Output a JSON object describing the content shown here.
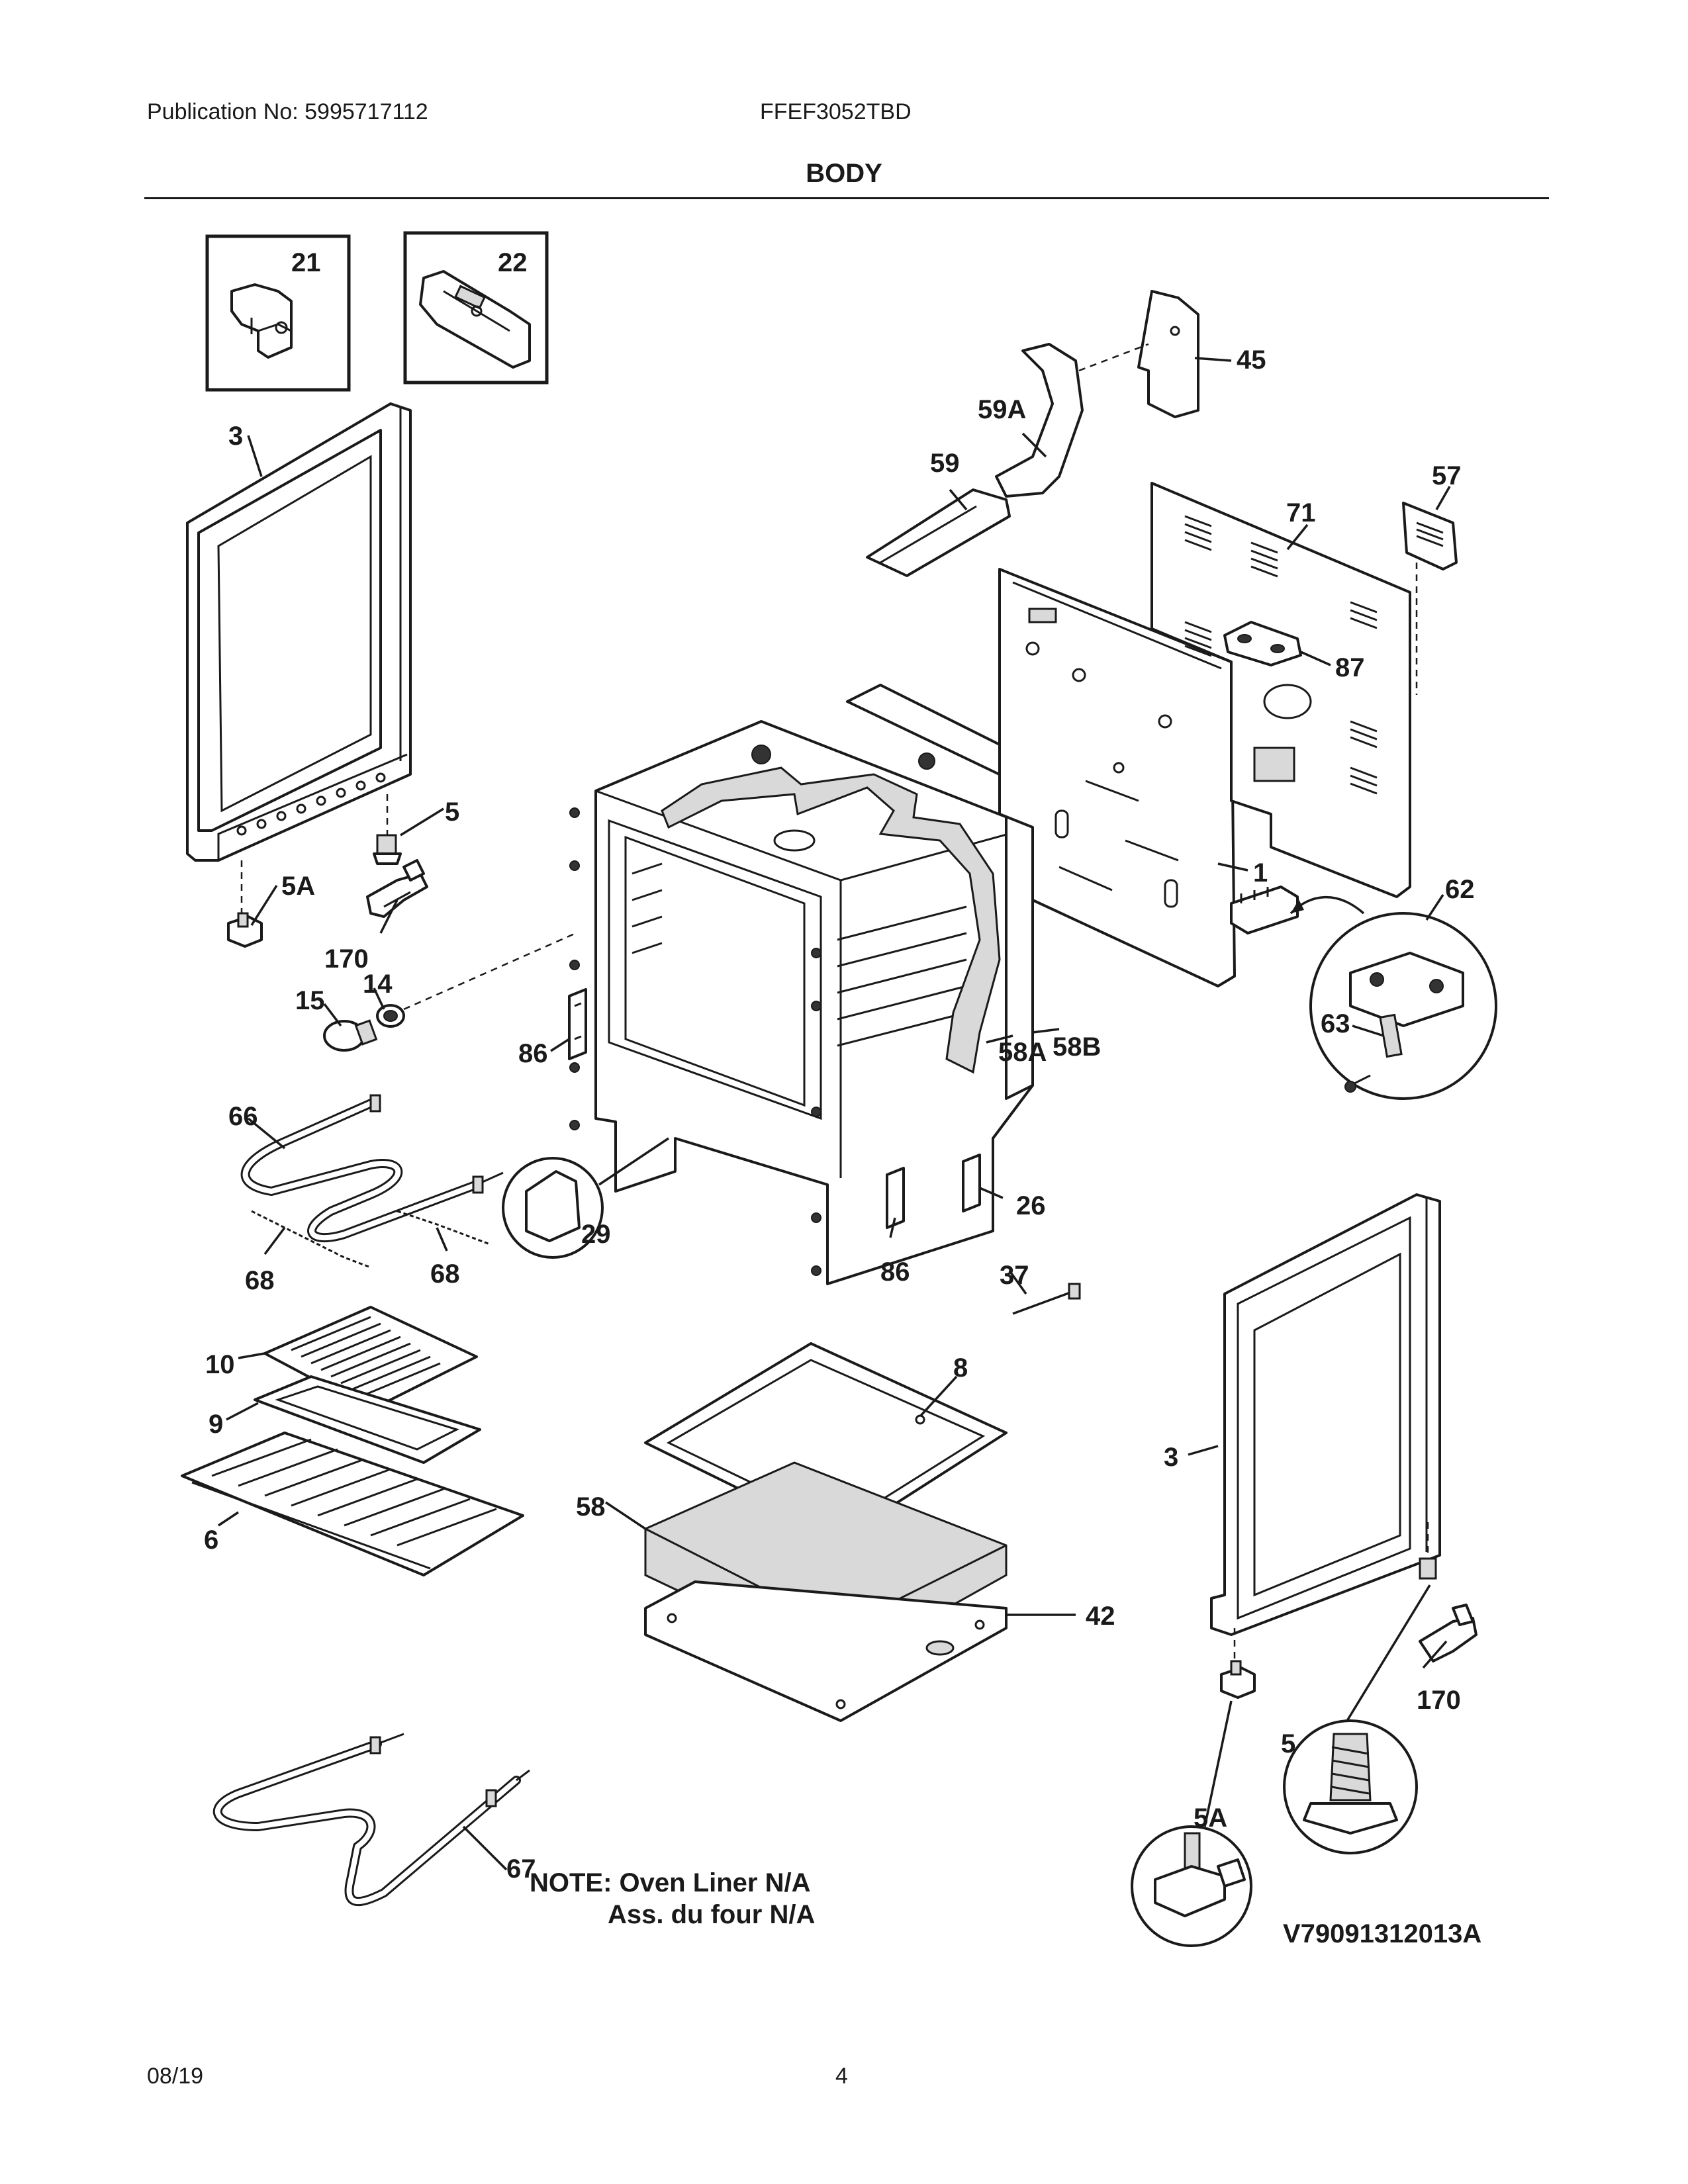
{
  "header": {
    "publication": "Publication No: 5995717112",
    "model": "FFEF3052TBD",
    "section_title": "BODY"
  },
  "footer": {
    "date": "08/19",
    "page_number": "4"
  },
  "diagram": {
    "callouts": {
      "p21": "21",
      "p22": "22",
      "p45": "45",
      "p59A": "59A",
      "p59": "59",
      "p57": "57",
      "p71": "71",
      "p87": "87",
      "p3_left": "3",
      "p5": "5",
      "p5A": "5A",
      "p170": "170",
      "p14": "14",
      "p15": "15",
      "p1": "1",
      "p62": "62",
      "p63": "63",
      "p86_upper": "86",
      "p58A": "58A",
      "p58B": "58B",
      "p66": "66",
      "p29": "29",
      "p26": "26",
      "p68_left": "68",
      "p68_right": "68",
      "p86_lower": "86",
      "p37": "37",
      "p10": "10",
      "p8": "8",
      "p9": "9",
      "p3_right": "3",
      "p58": "58",
      "p6": "6",
      "p42": "42",
      "p170_right": "170",
      "p5_right": "5",
      "p5A_right": "5A",
      "p67": "67"
    },
    "note_line1": "NOTE: Oven Liner N/A",
    "note_line2": "Ass. du four N/A",
    "drawing_code": "V79091312013A"
  }
}
